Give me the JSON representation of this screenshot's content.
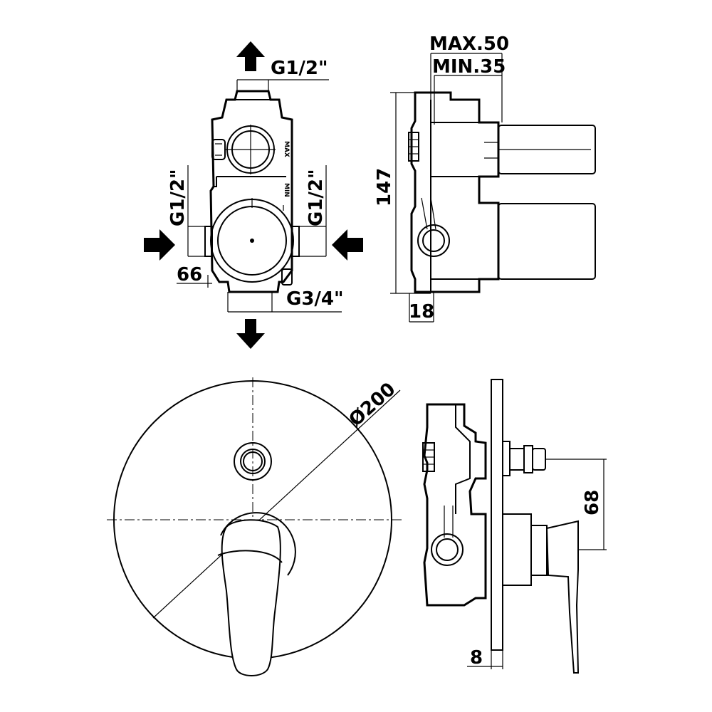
{
  "dimensions": {
    "top_outlet": "G1/2\"",
    "left_inlet": "G1/2\"",
    "right_inlet": "G1/2\"",
    "bottom_outlet": "G3/4\"",
    "body_width": "66",
    "max_depth": "MAX.50",
    "min_depth": "MIN.35",
    "height": "147",
    "offset": "18",
    "plate_diameter": "Ø200",
    "handle_offset": "68",
    "plate_thickness": "8"
  },
  "body_markings": {
    "max": "MAX",
    "min": "MIN"
  }
}
